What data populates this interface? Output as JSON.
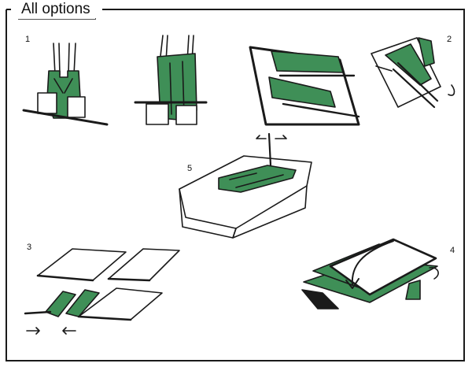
{
  "panel": {
    "title": "All options"
  },
  "steps": [
    {
      "label": "1"
    },
    {
      "label": "2"
    },
    {
      "label": "3"
    },
    {
      "label": "4"
    },
    {
      "label": "5"
    }
  ],
  "colors": {
    "accent": "#3f8f57",
    "ink": "#1a1a1a",
    "paper": "#ffffff"
  }
}
